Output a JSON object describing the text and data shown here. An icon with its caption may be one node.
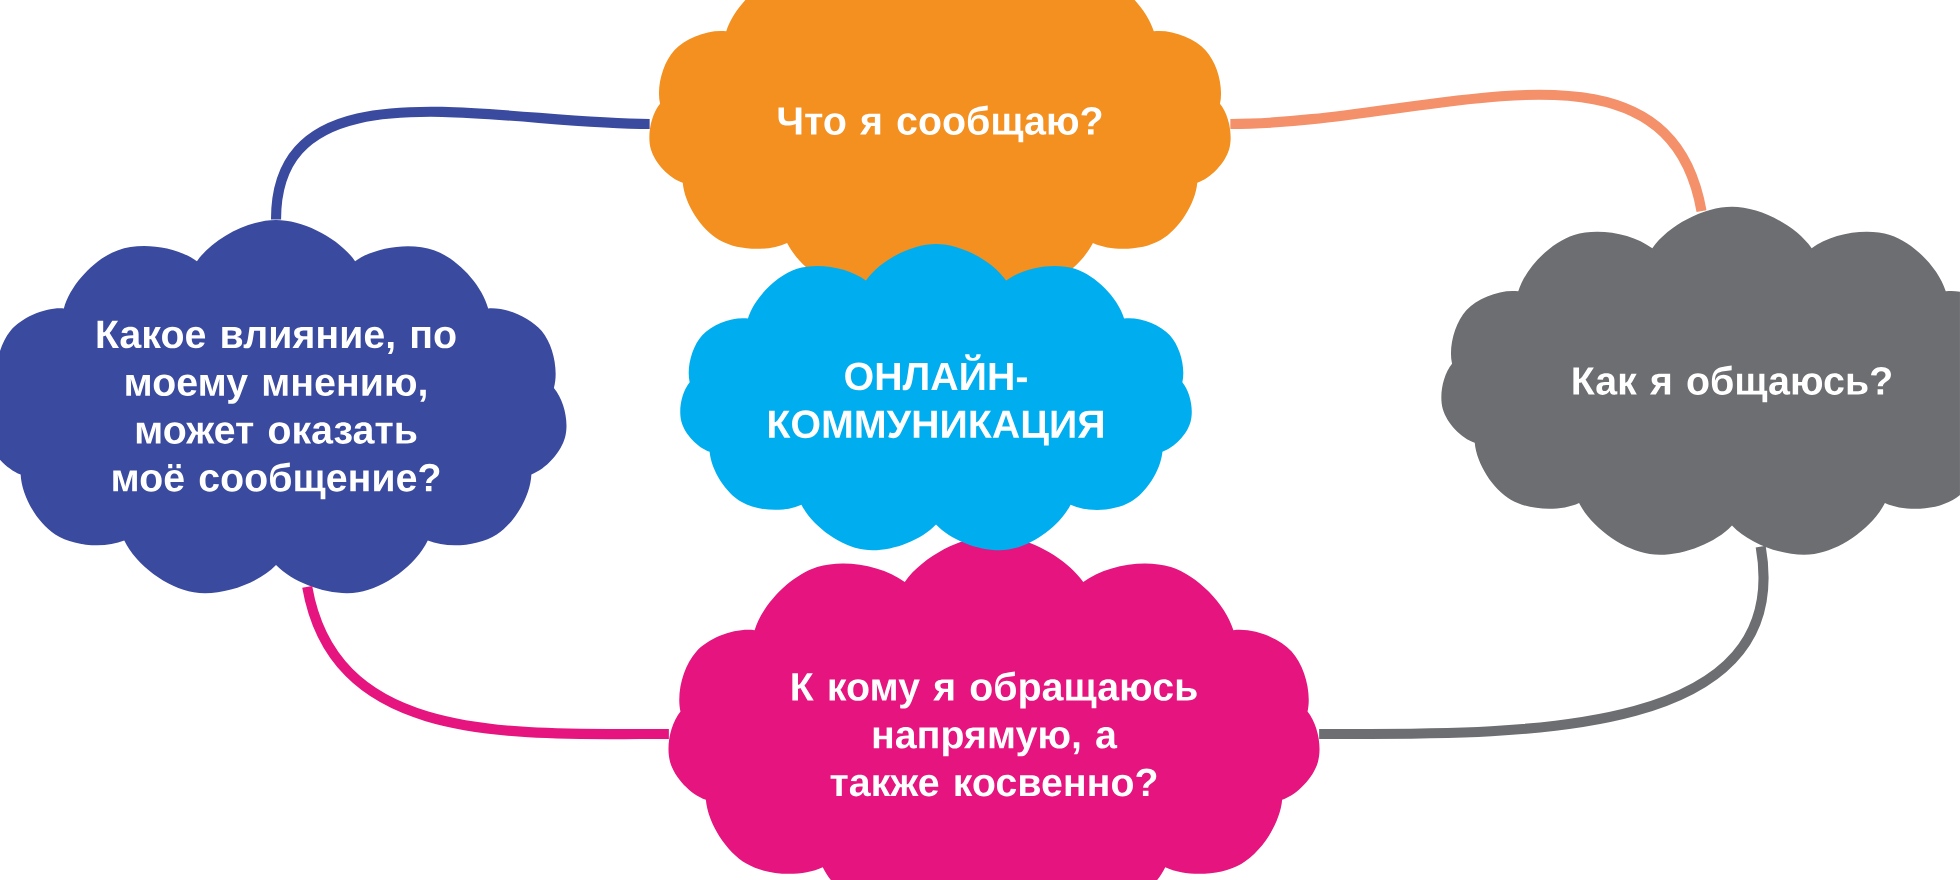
{
  "diagram": {
    "nodes": [
      {
        "text": [
          "Что я сообщаю?"
        ]
      },
      {
        "text": [
          "Как я общаюсь?"
        ]
      },
      {
        "text": [
          "К кому я обращаюсь напрямую, а также косвенно?"
        ]
      },
      {
        "text": [
          "Какое влияние, по моему мнению, может оказать моё сообщение?"
        ]
      },
      {
        "text": [
          "ОНЛАЙН-КОММУНИКАЦИЯ"
        ]
      }
    ],
    "edges": [
      {
        "from": 0,
        "to": 1,
        "arrow": "none",
        "color": "#f4906a"
      },
      {
        "from": 1,
        "to": 2,
        "arrow": "none",
        "color": "#6d6e71"
      },
      {
        "from": 2,
        "to": 3,
        "arrow": "none",
        "color": "#e5147e"
      },
      {
        "from": 3,
        "to": 0,
        "arrow": "none",
        "color": "#3a4a9f"
      }
    ]
  }
}
